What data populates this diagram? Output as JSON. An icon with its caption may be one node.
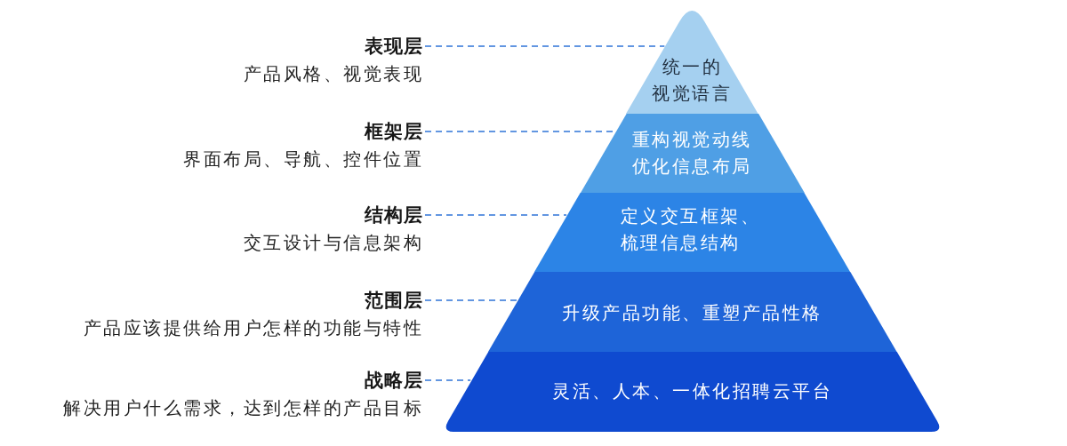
{
  "diagram": {
    "nodes": [
      {
        "text": [
          "表现层",
          "产品风格、视觉表现"
        ]
      },
      {
        "text": [
          "统一的视觉语言"
        ]
      },
      {
        "text": [
          "框架层",
          "界面布局、导航、控件位置"
        ]
      },
      {
        "text": [
          "重构视觉动线优化信息布局"
        ]
      },
      {
        "text": [
          "结构层",
          "交互设计与信息架构"
        ]
      },
      {
        "text": [
          "定义交互框架、梳理信息结构"
        ]
      },
      {
        "text": [
          "范围层",
          "产品应该提供给用户怎样的功能与特性"
        ]
      },
      {
        "text": [
          "升级产品功能、重塑产品性格"
        ]
      },
      {
        "text": [
          "战略层",
          "解决用户什么需求，达到怎样的产品目标"
        ]
      },
      {
        "text": [
          "灵活、人本、一体化招聘云平台"
        ]
      }
    ],
    "edges": [
      {
        "from": 0,
        "to": 1,
        "arrow": "none",
        "style": "dashed"
      },
      {
        "from": 2,
        "to": 3,
        "arrow": "none",
        "style": "dashed"
      },
      {
        "from": 4,
        "to": 5,
        "arrow": "none",
        "style": "dashed"
      },
      {
        "from": 6,
        "to": 7,
        "arrow": "none",
        "style": "dashed"
      },
      {
        "from": 8,
        "to": 9,
        "arrow": "none",
        "style": "dashed"
      }
    ]
  }
}
